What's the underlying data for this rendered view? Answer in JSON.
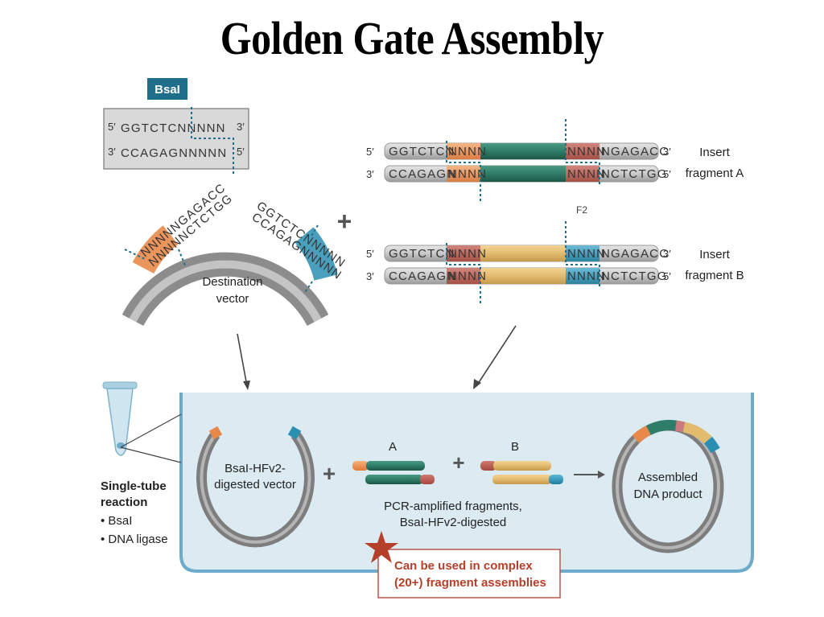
{
  "title": "Golden Gate Assembly",
  "enzyme_site": {
    "tag": "BsaI",
    "top_strand": {
      "five_prime": "5′",
      "sequence": "GGTCTCNNNNN",
      "three_prime": "3′"
    },
    "bottom_strand": {
      "three_prime": "3′",
      "sequence": "CCAGAGNNNNN",
      "five_prime": "5′"
    }
  },
  "destination_vector": {
    "label_line1": "Destination",
    "label_line2": "vector",
    "left_top_seq": "NNNNNGAGACC",
    "left_bottom_seq": "NNNNNCTCTGG",
    "right_top_seq": "GGTCTCNNNNN",
    "right_bottom_seq": "CCAGAGNNNNN"
  },
  "plus_sign": "+",
  "fragments": [
    {
      "name": "Insert fragment A",
      "label_line1": "Insert",
      "label_line2": "fragment A",
      "top": {
        "left_end": "5′",
        "left_seq": "GGTCTCN",
        "left_overhang": "NNNN",
        "right_overhang": "NNNN",
        "right_seq": "NGAGACC",
        "right_end": "3′"
      },
      "bottom": {
        "left_end": "3′",
        "left_seq": "CCAGAGN",
        "left_overhang": "NNNN",
        "right_overhang": "NNNN",
        "right_seq": "NCTCTGG",
        "right_end": "5′"
      },
      "colors": {
        "left": "#e8894a",
        "body": "#2e7d68",
        "right": "#b5564c"
      }
    },
    {
      "name": "Insert fragment B",
      "label_line1": "Insert",
      "label_line2": "fragment B",
      "top": {
        "left_end": "5′",
        "left_seq": "GGTCTCN",
        "left_overhang": "NNNN",
        "right_overhang": "NNNN",
        "right_seq": "NGAGACC",
        "right_end": "3′"
      },
      "bottom": {
        "left_end": "3′",
        "left_seq": "CCAGAGN",
        "left_overhang": "NNNN",
        "right_overhang": "NNNN",
        "right_seq": "NCTCTGG",
        "right_end": "5′"
      },
      "colors": {
        "left": "#b5564c",
        "body": "#e3bb6e",
        "right": "#2a8fb0"
      }
    }
  ],
  "stray_label": "F2",
  "reaction": {
    "tube_title_line1": "Single-tube",
    "tube_title_line2": "reaction",
    "reagents": [
      "• BsaI",
      "• DNA ligase"
    ],
    "digested_vector_line1": "BsaI-HFv2-",
    "digested_vector_line2": "digested vector",
    "fragment_a_label": "A",
    "fragment_b_label": "B",
    "fragments_caption_line1": "PCR-amplified fragments,",
    "fragments_caption_line2": "BsaI-HFv2-digested",
    "product_line1": "Assembled",
    "product_line2": "DNA product"
  },
  "callout": {
    "line1": "Can be used in complex",
    "line2": "(20+) fragment assemblies"
  },
  "colors": {
    "orange": "#e8894a",
    "green": "#2e7d68",
    "red": "#b5564c",
    "gold": "#e3bb6e",
    "blue": "#2a8fb0",
    "tag_bg": "#1f6f8b",
    "reaction_bg": "#dcebf2",
    "reaction_border": "#6eaac9",
    "callout_text": "#b5402a"
  }
}
